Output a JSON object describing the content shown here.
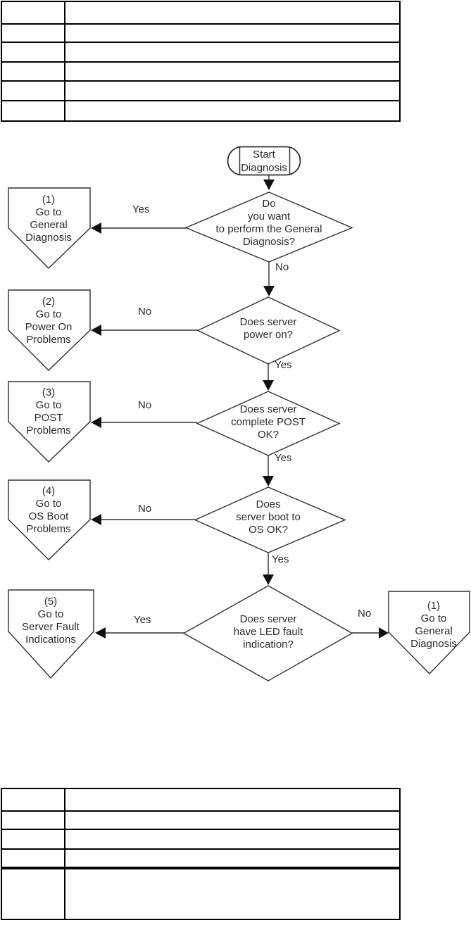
{
  "page": {
    "background": "#ffffff",
    "ink": "#2b2b2b",
    "table_border": "#000000",
    "arrow_fill": "#111111"
  },
  "top_table": {
    "columns": 2,
    "rows": [
      [
        "",
        ""
      ],
      [
        "",
        ""
      ],
      [
        "",
        ""
      ],
      [
        "",
        ""
      ],
      [
        "",
        ""
      ],
      [
        "",
        ""
      ]
    ]
  },
  "bottom_table": {
    "columns": 2,
    "rows": [
      [
        "",
        ""
      ],
      [
        "",
        ""
      ],
      [
        "",
        ""
      ],
      [
        "",
        ""
      ],
      [
        "",
        ""
      ]
    ]
  },
  "flowchart": {
    "start_label": "Start\nDiagnosis",
    "decisions": [
      {
        "text": "Do\nyou want\nto perform the General\nDiagnosis?",
        "left_branch": "Yes",
        "down_branch": "No"
      },
      {
        "text": "Does server\npower on?",
        "left_branch": "No",
        "down_branch": "Yes"
      },
      {
        "text": "Does server\ncomplete POST\nOK?",
        "left_branch": "No",
        "down_branch": "Yes"
      },
      {
        "text": "Does\nserver boot to\nOS OK?",
        "left_branch": "No",
        "down_branch": "Yes"
      },
      {
        "text": "Does server\nhave LED fault\nindication?",
        "left_branch": "Yes",
        "right_branch": "No"
      }
    ],
    "connectors": [
      {
        "text": "(1)\nGo to\nGeneral\nDiagnosis"
      },
      {
        "text": "(2)\nGo to\nPower On\nProblems"
      },
      {
        "text": "(3)\nGo to\nPOST\nProblems"
      },
      {
        "text": "(4)\nGo to\nOS Boot\nProblems"
      },
      {
        "text": "(5)\nGo to\nServer Fault\nIndications"
      },
      {
        "text": "(1)\nGo to\nGeneral\nDiagnosis"
      }
    ]
  }
}
